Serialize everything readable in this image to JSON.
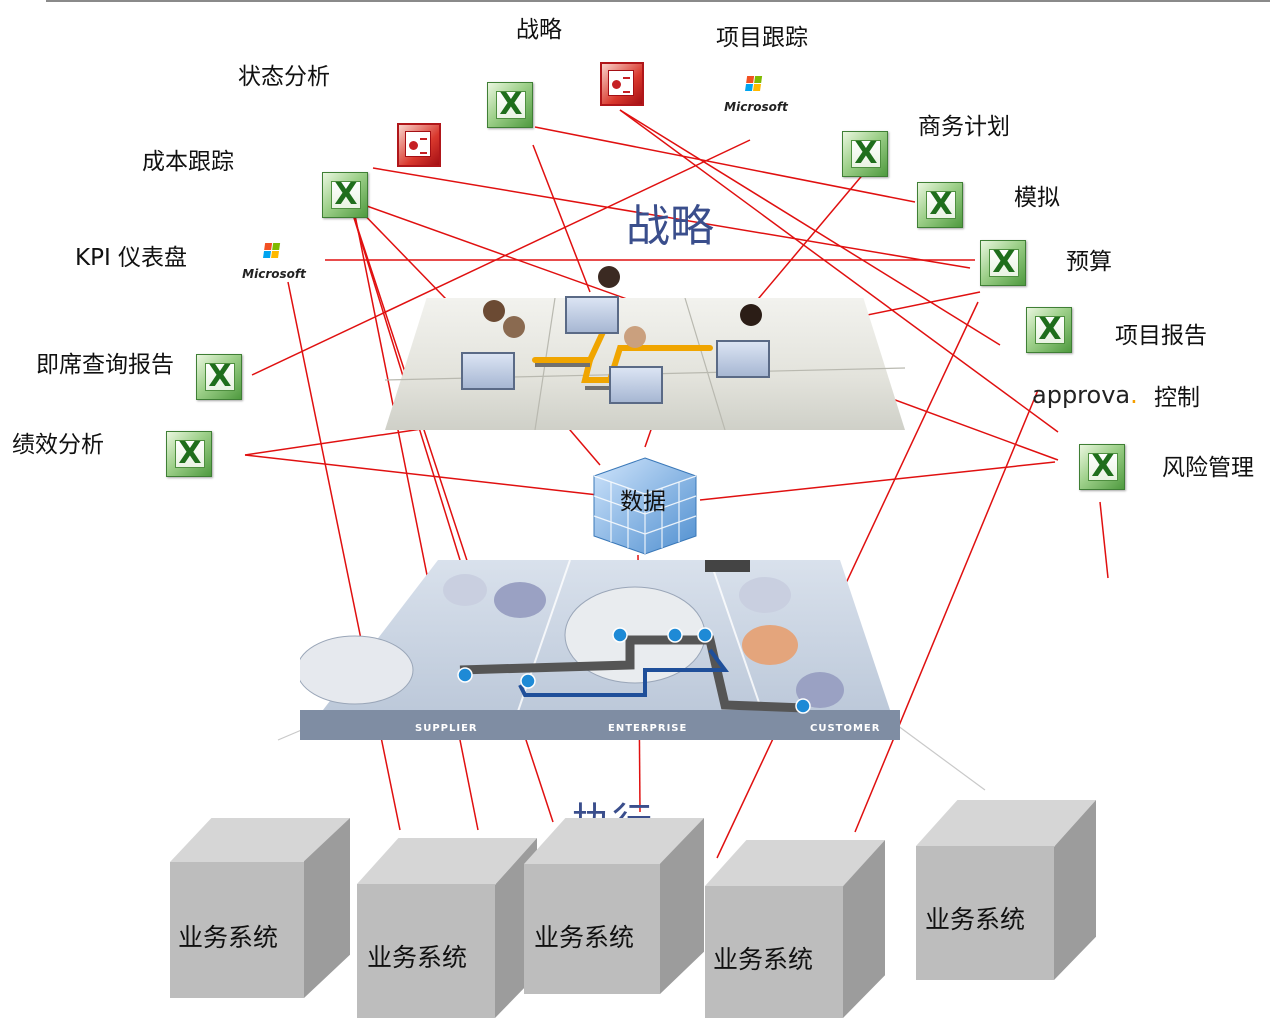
{
  "labels": {
    "strategy_top": "战略",
    "project_tracking": "项目跟踪",
    "status_analysis": "状态分析",
    "business_plan": "商务计划",
    "cost_tracking": "成本跟踪",
    "simulation": "模拟",
    "kpi_dashboard": "KPI 仪表盘",
    "budget": "预算",
    "project_report": "项目报告",
    "adhoc_report": "即席查询报告",
    "control": "控制",
    "performance_analysis": "绩效分析",
    "risk_management": "风险管理",
    "strategy_center": "战略",
    "data": "数据",
    "execution_partial": "执行"
  },
  "brands": {
    "microsoft_1": "Microsoft",
    "microsoft_2": "Microsoft",
    "approva_name": "approva",
    "approva_dot": "."
  },
  "icons": {
    "excel": "excel-icon",
    "powerpoint": "powerpoint-icon",
    "microsoft": "microsoft-logo",
    "approva": "approva-logo",
    "data_cube": "data-cube-icon"
  },
  "platform": {
    "supplier": "SUPPLIER",
    "enterprise": "ENTERPRISE",
    "customer": "CUSTOMER"
  },
  "systems": {
    "s1": "业务系统",
    "s2": "业务系统",
    "s3": "业务系统",
    "s4": "业务系统",
    "s5": "业务系统"
  },
  "colors": {
    "connector": "#e01010",
    "strategy_text": "#3a4e8c",
    "orange_link": "#f0a500",
    "excel_green": "#4f9a3f",
    "powerpoint_red": "#c62024",
    "box_front": "#bdbdbd",
    "box_top": "#d6d6d6",
    "box_side": "#9c9c9c"
  }
}
